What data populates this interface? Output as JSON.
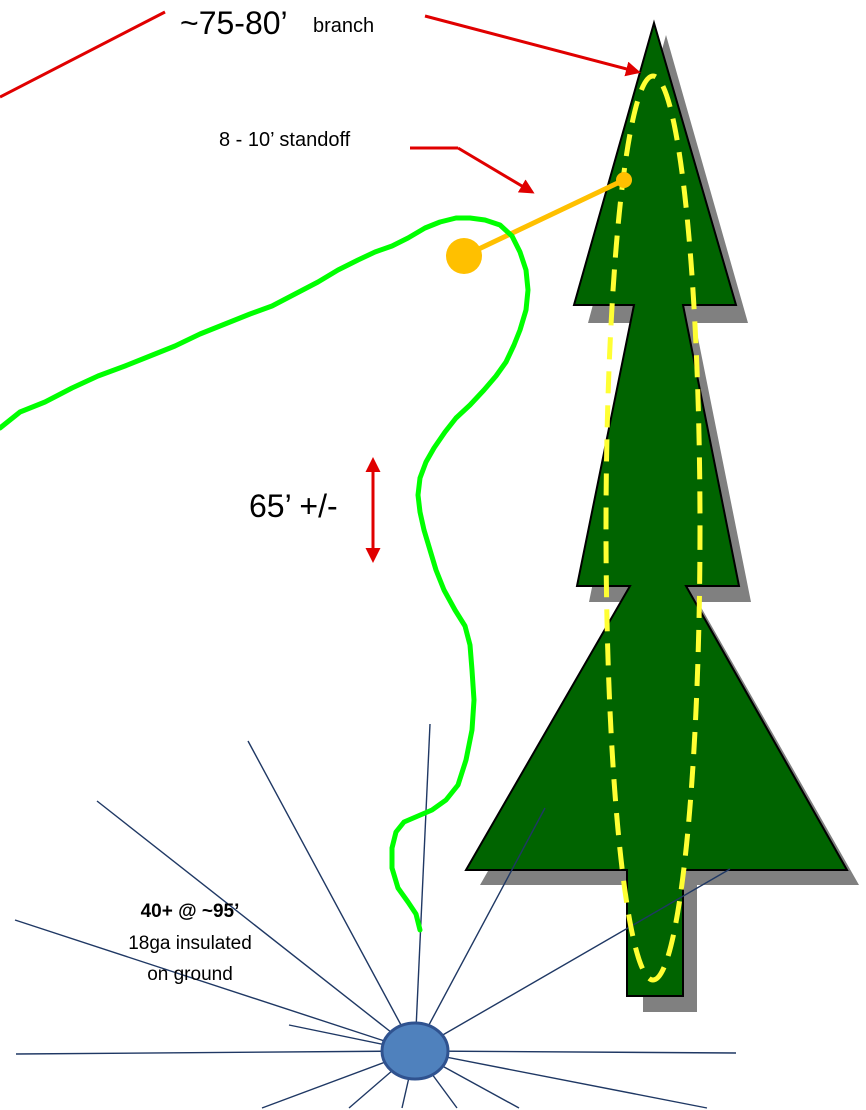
{
  "labels": {
    "branch_height": "~75-80’",
    "branch_word": "branch",
    "standoff": "8 - 10’ standoff",
    "wire_height": "65’ +/-",
    "radials_count": "40+ @ ~95’",
    "radials_wire": "18ga insulated",
    "radials_location": "on ground"
  },
  "colors": {
    "tree_fill": "#006400",
    "tree_shadow": "#808080",
    "antenna_wire": "#00ff00",
    "standoff_line": "#ffc000",
    "support_ellipse_dash": "#ffff33",
    "annotation_arrows": "#e00000",
    "radials": "#1f3864",
    "feedpoint_fill": "#4f81bd",
    "feedpoint_stroke": "#2f528f"
  }
}
